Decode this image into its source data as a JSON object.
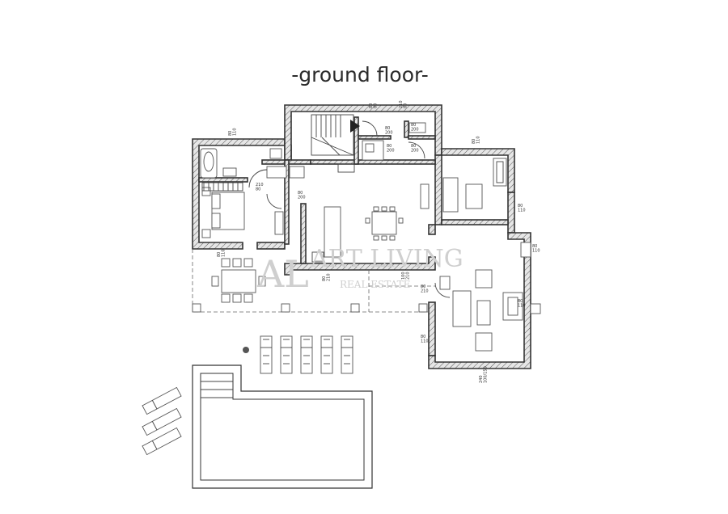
{
  "title": "-ground floor-",
  "watermark": {
    "main": "ART LIVING",
    "sub": "REAL ESTATE",
    "logo": "AL"
  },
  "dimension_labels": {
    "d1": "80\n80",
    "d2": "210\n80",
    "d3": "80\n200",
    "d4": "80\n200",
    "d5": "80\n200",
    "d6": "80\n200",
    "d7": "80\n110",
    "d8": "80\n110",
    "d9": "80\n110",
    "d10": "80\n200",
    "d11": "80\n210",
    "d12": "80\n110",
    "d13": "80\n110",
    "d14": "80\n110",
    "d15": "80\n210",
    "d16": "100\n210",
    "d17": "240\n100/150",
    "d18": "210\n80",
    "d19": "80\n110"
  }
}
